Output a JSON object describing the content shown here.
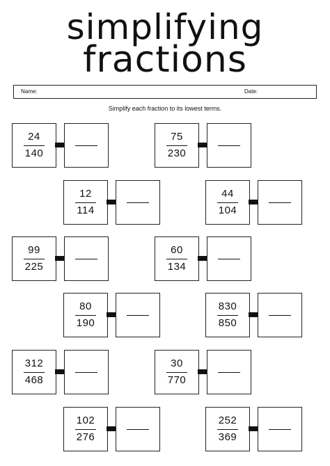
{
  "title": {
    "line1": "simplifying",
    "line2": "fractions"
  },
  "header": {
    "name_label": "Name:",
    "date_label": "Date:"
  },
  "instructions": "Simplify each fraction to its lowest terms.",
  "problems": [
    {
      "numerator": "24",
      "denominator": "140"
    },
    {
      "numerator": "75",
      "denominator": "230"
    },
    {
      "numerator": "12",
      "denominator": "114"
    },
    {
      "numerator": "44",
      "denominator": "104"
    },
    {
      "numerator": "99",
      "denominator": "225"
    },
    {
      "numerator": "60",
      "denominator": "134"
    },
    {
      "numerator": "80",
      "denominator": "190"
    },
    {
      "numerator": "830",
      "denominator": "850"
    },
    {
      "numerator": "312",
      "denominator": "468"
    },
    {
      "numerator": "30",
      "denominator": "770"
    },
    {
      "numerator": "102",
      "denominator": "276"
    },
    {
      "numerator": "252",
      "denominator": "369"
    }
  ]
}
